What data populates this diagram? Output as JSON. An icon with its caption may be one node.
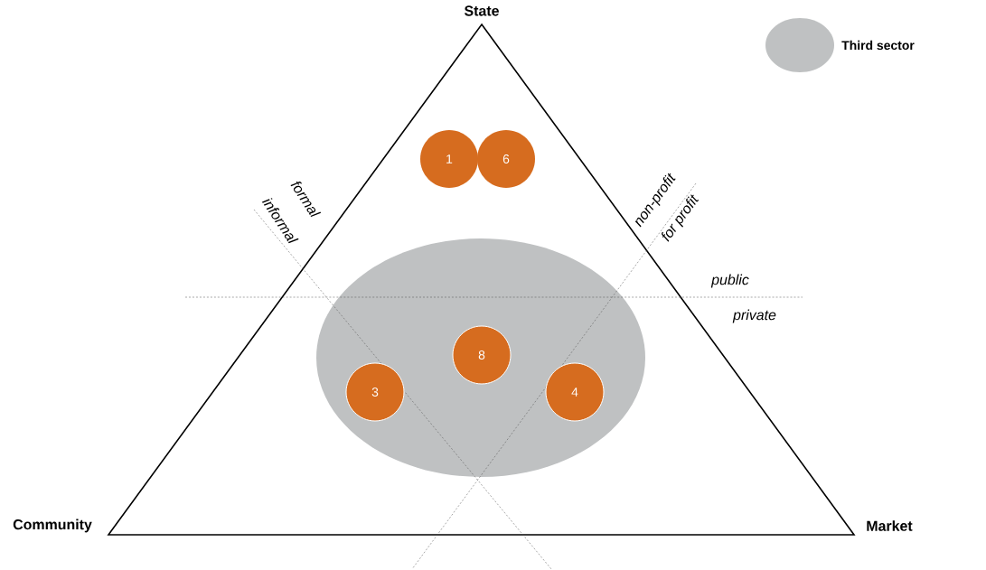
{
  "diagram": {
    "nodes": [
      {
        "text": [],
        "shape": "ellipse"
      },
      {
        "text": [
          "1"
        ]
      },
      {
        "text": [
          "6"
        ]
      },
      {
        "text": [
          "8"
        ],
        "in": 0
      },
      {
        "text": [
          "3"
        ],
        "in": 0
      },
      {
        "text": [
          "4"
        ],
        "in": 0
      }
    ],
    "labels": [
      "State",
      "Community",
      "Market",
      "formal",
      "informal",
      "non-profit",
      "for profit",
      "public",
      "private"
    ],
    "legend": [
      {
        "text": "Third sector",
        "color": "#bfc1c2"
      }
    ]
  }
}
